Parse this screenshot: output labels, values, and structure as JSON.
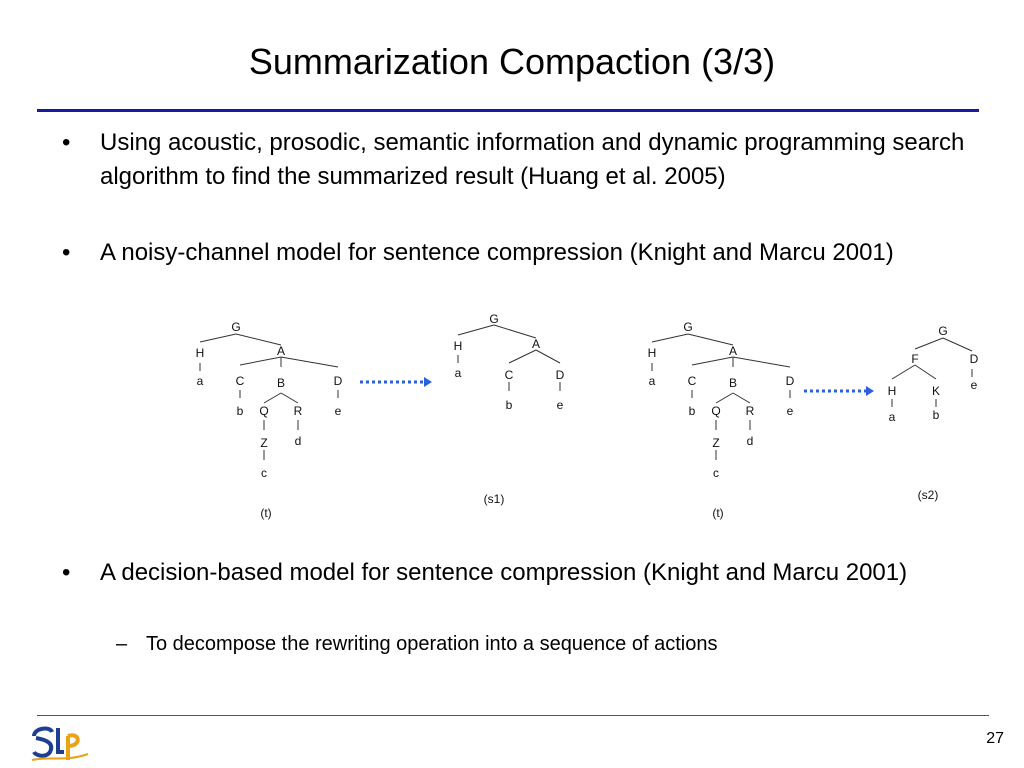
{
  "slide": {
    "title": "Summarization Compaction (3/3)",
    "page_number": "27"
  },
  "bullets": [
    {
      "text": "Using acoustic, prosodic, semantic information and dynamic programming search algorithm to find the summarized result (Huang et al. 2005)"
    },
    {
      "text": "A noisy-channel model for sentence compression (Knight and Marcu 2001)"
    },
    {
      "text": "A decision-based model for sentence compression (Knight and Marcu 2001)"
    }
  ],
  "sub_bullets": [
    {
      "text": "To decompose the rewriting operation into a sequence of actions"
    }
  ],
  "bullet_symbol": "•",
  "sub_bullet_symbol": "–",
  "trees": {
    "t_caption": "(t)",
    "s1_caption": "(s1)",
    "s2_caption": "(s2)",
    "nodes": {
      "G": "G",
      "H": "H",
      "A": "A",
      "a": "a",
      "C": "C",
      "B": "B",
      "D": "D",
      "b": "b",
      "Q": "Q",
      "R": "R",
      "e": "e",
      "Z": "Z",
      "d": "d",
      "c": "c",
      "F": "F",
      "K": "K"
    }
  },
  "colors": {
    "title_rule": "#1a1aa0",
    "arrow": "#2a5fe0",
    "logo_blue": "#1c3f94",
    "logo_orange": "#e8a317"
  },
  "logo": {
    "text": "SLP",
    "icon": "slp-logo"
  }
}
